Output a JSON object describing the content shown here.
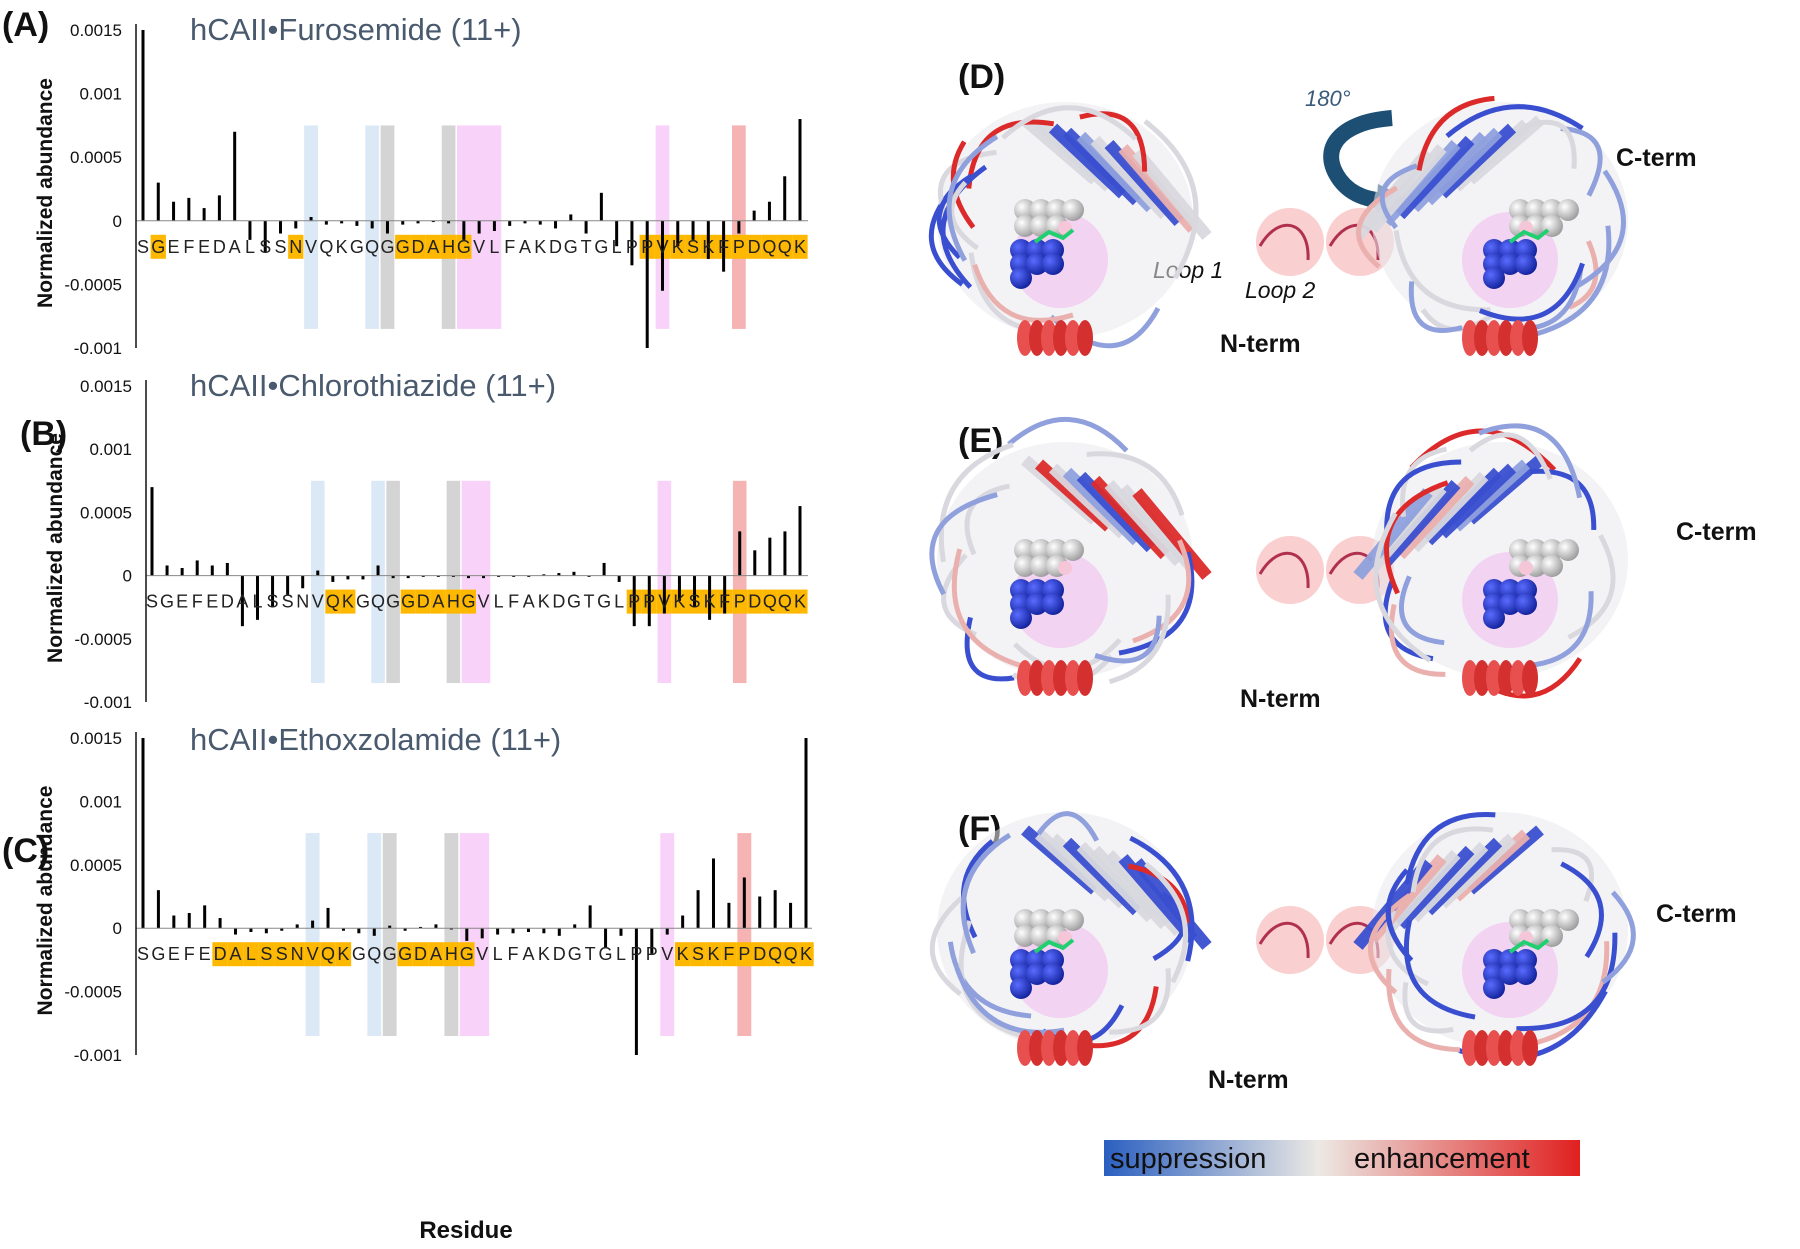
{
  "panel_labels": [
    "(A)",
    "(B)",
    "(C)",
    "(D)",
    "(E)",
    "(F)"
  ],
  "y_axis_label": "Normalized abundance",
  "x_axis_label": "Residue",
  "y_ticks": [
    "0.0015",
    "0.001",
    "0.0005",
    "0",
    "-0.0005",
    "-0.001"
  ],
  "sequence": [
    "S",
    "G",
    "E",
    "F",
    "E",
    "D",
    "A",
    "L",
    "S",
    "S",
    "N",
    "V",
    "Q",
    "K",
    "G",
    "Q",
    "G",
    "G",
    "D",
    "A",
    "H",
    "G",
    "V",
    "L",
    "F",
    "A",
    "K",
    "D",
    "G",
    "T",
    "G",
    "L",
    "P",
    "P",
    "V",
    "K",
    "S",
    "K",
    "F",
    "P",
    "D",
    "Q",
    "Q",
    "K"
  ],
  "colors": {
    "highlight_orange": "#ffb800",
    "band_blue": "#cfe0f3",
    "band_gray": "#c6c6c6",
    "band_pink": "#f7c3f7",
    "band_red": "#f29a9a",
    "bar": "#000000",
    "title_text": "#4a5a6e",
    "suppression": "#2a5fc0",
    "enhancement": "#e02020"
  },
  "chart_data": [
    {
      "type": "bar",
      "panel": "(A)",
      "title": "hCAII•Furosemide (11+)",
      "ylim": [
        -0.001,
        0.0015
      ],
      "ylabel": "Normalized abundance",
      "xlabel": "",
      "highlighted_residue_indices": [
        1,
        10,
        17,
        18,
        19,
        20,
        21,
        33,
        34,
        35,
        36,
        37,
        38,
        39,
        40,
        41,
        42,
        43
      ],
      "series": [
        {
          "values": [
            0.0015,
            0.0003,
            0.00015,
            0.00018,
            0.0001,
            0.0002,
            0.0007,
            -0.00015,
            -0.00025,
            -0.0001,
            -6e-05,
            3e-05,
            -3e-05,
            -2e-05,
            -4e-05,
            -6e-05,
            -0.0001,
            -3e-05,
            -2e-05,
            -1e-05,
            -2e-05,
            -0.00015,
            -0.0001,
            -8e-05,
            -4e-05,
            -2e-05,
            -3e-05,
            -6e-05,
            5e-05,
            -0.0001,
            0.00022,
            -0.0002,
            -0.00035,
            -0.001,
            -0.00055,
            -0.0002,
            -0.00015,
            -0.0003,
            -0.0004,
            -0.0001,
            8e-05,
            0.00015,
            0.00035,
            0.0008
          ]
        }
      ],
      "bands": [
        {
          "start": 11,
          "end": 11,
          "color": "band_blue"
        },
        {
          "start": 15,
          "end": 15,
          "color": "band_blue"
        },
        {
          "start": 16,
          "end": 16,
          "color": "band_gray"
        },
        {
          "start": 20,
          "end": 20,
          "color": "band_gray"
        },
        {
          "start": 21,
          "end": 23,
          "color": "band_pink"
        },
        {
          "start": 34,
          "end": 34,
          "color": "band_pink"
        },
        {
          "start": 39,
          "end": 39,
          "color": "band_red"
        }
      ]
    },
    {
      "type": "bar",
      "panel": "(B)",
      "title": "hCAII•Chlorothiazide (11+)",
      "ylim": [
        -0.001,
        0.0015
      ],
      "ylabel": "Normalized abundance",
      "xlabel": "",
      "highlighted_residue_indices": [
        12,
        13,
        17,
        18,
        19,
        20,
        21,
        32,
        33,
        34,
        35,
        36,
        37,
        38,
        39,
        40,
        41,
        42,
        43
      ],
      "series": [
        {
          "values": [
            0.0007,
            8e-05,
            6e-05,
            0.00012,
            8e-05,
            0.0001,
            -0.0004,
            -0.00035,
            -0.00025,
            -0.00015,
            -0.0001,
            4e-05,
            -5e-05,
            -3e-05,
            -3e-05,
            8e-05,
            -2e-05,
            -2e-05,
            -1e-05,
            -1e-05,
            -1e-05,
            -2e-05,
            -2e-05,
            -1e-05,
            -1e-05,
            -1e-05,
            1e-05,
            2e-05,
            3e-05,
            -1e-05,
            0.0001,
            -5e-05,
            -0.0004,
            -0.0004,
            -0.0003,
            -0.0002,
            -0.00025,
            -0.00035,
            -0.0003,
            0.00035,
            0.0002,
            0.0003,
            0.00035,
            0.00055
          ]
        }
      ],
      "bands": [
        {
          "start": 11,
          "end": 11,
          "color": "band_blue"
        },
        {
          "start": 15,
          "end": 15,
          "color": "band_blue"
        },
        {
          "start": 16,
          "end": 16,
          "color": "band_gray"
        },
        {
          "start": 20,
          "end": 20,
          "color": "band_gray"
        },
        {
          "start": 21,
          "end": 22,
          "color": "band_pink"
        },
        {
          "start": 34,
          "end": 34,
          "color": "band_pink"
        },
        {
          "start": 39,
          "end": 39,
          "color": "band_red"
        }
      ]
    },
    {
      "type": "bar",
      "panel": "(C)",
      "title": "hCAII•Ethoxzolamide (11+)",
      "ylim": [
        -0.001,
        0.0015
      ],
      "ylabel": "Normalized abundance",
      "xlabel": "Residue",
      "highlighted_residue_indices": [
        5,
        6,
        7,
        8,
        9,
        10,
        11,
        12,
        13,
        17,
        18,
        19,
        20,
        21,
        35,
        36,
        37,
        38,
        39,
        40,
        41,
        42,
        43
      ],
      "series": [
        {
          "values": [
            0.0015,
            0.0003,
            0.0001,
            0.00012,
            0.00018,
            8e-05,
            -5e-05,
            -3e-05,
            -4e-05,
            -2e-05,
            3e-05,
            6e-05,
            0.00016,
            -2e-05,
            -4e-05,
            -6e-05,
            2e-05,
            -2e-05,
            1e-05,
            3e-05,
            -1e-05,
            -0.0001,
            -8e-05,
            -5e-05,
            -4e-05,
            -3e-05,
            -4e-05,
            -6e-05,
            3e-05,
            0.00018,
            -0.00015,
            -6e-05,
            -0.001,
            -0.0002,
            -5e-05,
            0.0001,
            0.0003,
            0.00055,
            0.0002,
            0.0004,
            0.00025,
            0.0003,
            0.0002,
            0.0015
          ]
        }
      ],
      "bands": [
        {
          "start": 11,
          "end": 11,
          "color": "band_blue"
        },
        {
          "start": 15,
          "end": 15,
          "color": "band_blue"
        },
        {
          "start": 16,
          "end": 16,
          "color": "band_gray"
        },
        {
          "start": 20,
          "end": 20,
          "color": "band_gray"
        },
        {
          "start": 21,
          "end": 22,
          "color": "band_pink"
        },
        {
          "start": 34,
          "end": 34,
          "color": "band_pink"
        },
        {
          "start": 39,
          "end": 39,
          "color": "band_red"
        }
      ]
    }
  ],
  "structures": {
    "rotation_label": "180°",
    "loop1_label": "Loop 1",
    "loop2_label": "Loop 2",
    "nterm_label": "N-term",
    "cterm_label": "C-term",
    "rows": [
      {
        "panel": "(D)",
        "front_ligand": true,
        "back_ligand": true
      },
      {
        "panel": "(E)",
        "front_ligand": false,
        "back_ligand": false
      },
      {
        "panel": "(F)",
        "front_ligand": true,
        "back_ligand": true
      }
    ]
  },
  "colorbar": {
    "left_label": "suppression",
    "right_label": "enhancement"
  }
}
